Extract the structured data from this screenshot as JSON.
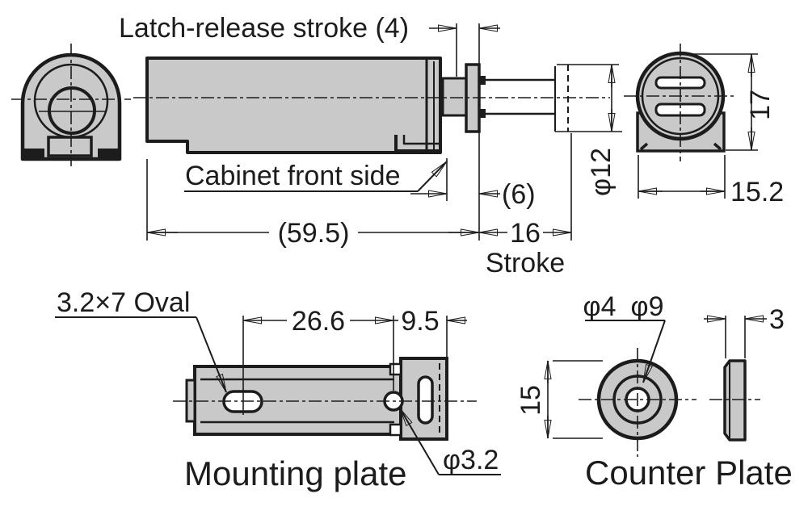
{
  "drawing": {
    "type": "technical-dimension-drawing",
    "colors": {
      "line": "#1c1c1c",
      "part_fill": "#c9c9c9",
      "background": "#ffffff"
    },
    "side_view": {
      "latch_release_label": "Latch-release stroke (4)",
      "cabinet_label": "Cabinet front side",
      "dim_overall_length": "(59.5)",
      "dim_protrusion": "(6)",
      "dim_stroke": "16",
      "stroke_word": "Stroke",
      "dim_plunger_diameter": "φ12"
    },
    "rear_view": {
      "dim_height": "17",
      "dim_width": "15.2"
    },
    "mounting_plate": {
      "title": "Mounting plate",
      "oval_slot_label": "3.2×7 Oval",
      "dim_hole_spacing": "26.6",
      "dim_edge_offset": "9.5",
      "dim_hole_diameter": "φ3.2"
    },
    "counter_plate": {
      "title": "Counter Plate",
      "dim_inner_hole": "φ4",
      "dim_middle_circle": "φ9",
      "dim_outer_diameter": "15",
      "dim_thickness": "3"
    }
  }
}
